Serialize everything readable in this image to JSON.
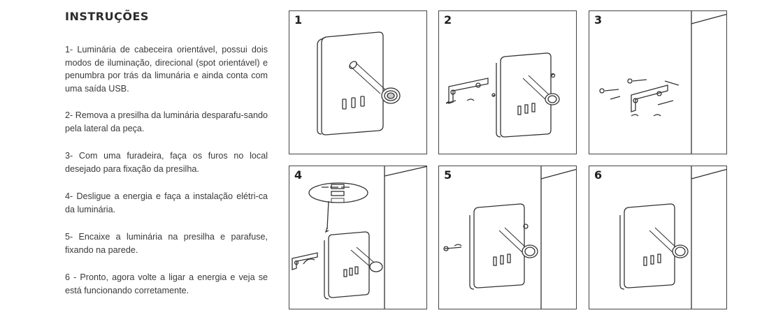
{
  "page": {
    "title": "INSTRUÇÕES",
    "steps": [
      "1- Luminária de cabeceira orientável, possui dois modos de iluminação, direcional (spot orientável) e penumbra por trás da limunária e ainda conta com uma saída USB.",
      "2- Remova a presilha da luminária desparafu-sando pela lateral da peça.",
      "3- Com uma furadeira, faça os furos no local desejado para fixação da presilha.",
      "4- Desligue a energia e faça a instalação elétri-ca da luminária.",
      "5- Encaixe a luminária na presilha e parafuse, fixando na parede.",
      "6 - Pronto, agora volte a ligar a energia e veja se está funcionando corretamente."
    ],
    "panels": [
      {
        "number": "1",
        "icon": "luminaire-overview-icon"
      },
      {
        "number": "2",
        "icon": "remove-bracket-icon"
      },
      {
        "number": "3",
        "icon": "drill-wall-icon"
      },
      {
        "number": "4",
        "icon": "wiring-icon"
      },
      {
        "number": "5",
        "icon": "mount-bracket-icon"
      },
      {
        "number": "6",
        "icon": "installed-luminaire-icon"
      }
    ],
    "colors": {
      "text": "#3a3a3a",
      "title": "#2b2b2b",
      "line": "#444444"
    }
  }
}
